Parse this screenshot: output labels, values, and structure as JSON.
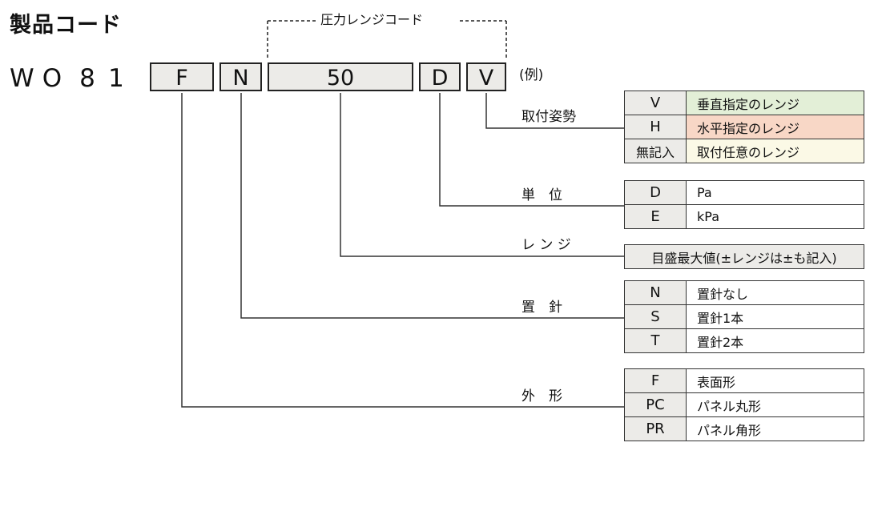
{
  "title": "製品コード",
  "prefix": [
    "W",
    "O",
    "8",
    "1"
  ],
  "code_boxes": [
    "F",
    "N",
    "50",
    "D",
    "V"
  ],
  "pressure_range_label": "圧力レンジコード",
  "example_label": "(例)",
  "sections": {
    "mounting": {
      "label": "取付姿勢",
      "rows": [
        {
          "code": "V",
          "desc": "垂直指定のレンジ",
          "color": "#e3efd7"
        },
        {
          "code": "H",
          "desc": "水平指定のレンジ",
          "color": "#f8d7c6"
        },
        {
          "code": "無記入",
          "desc": "取付任意のレンジ",
          "color": "#fbf9e6"
        }
      ]
    },
    "unit": {
      "label": "単　位",
      "rows": [
        {
          "code": "D",
          "desc": "Pa"
        },
        {
          "code": "E",
          "desc": "kPa"
        }
      ]
    },
    "range": {
      "label": "レ ン ジ",
      "full_text": "目盛最大値(±レンジは±も記入)"
    },
    "needle": {
      "label": "置　針",
      "rows": [
        {
          "code": "N",
          "desc": "置針なし"
        },
        {
          "code": "S",
          "desc": "置針1本"
        },
        {
          "code": "T",
          "desc": "置針2本"
        }
      ]
    },
    "shape": {
      "label": "外　形",
      "rows": [
        {
          "code": "F",
          "desc": "表面形"
        },
        {
          "code": "PC",
          "desc": "パネル丸形"
        },
        {
          "code": "PR",
          "desc": "パネル角形"
        }
      ]
    }
  }
}
